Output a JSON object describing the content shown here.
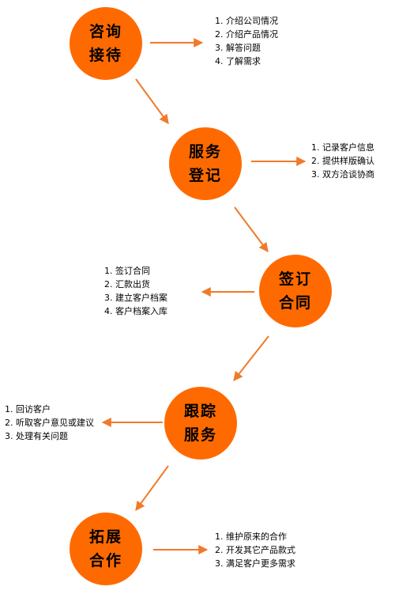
{
  "colors": {
    "node_fill": "#ff6a00",
    "arrow": "#f07a2a",
    "text": "#000000"
  },
  "steps": [
    {
      "line1": "咨询",
      "line2": "接待",
      "items": [
        "1. 介绍公司情况",
        "2. 介绍产品情况",
        "3. 解答问题",
        "4. 了解需求"
      ]
    },
    {
      "line1": "服务",
      "line2": "登记",
      "items": [
        "1. 记录客户信息",
        "2. 提供样版确认",
        "3. 双方洽谈协商"
      ]
    },
    {
      "line1": "签订",
      "line2": "合同",
      "items": [
        "1. 签订合同",
        "2. 汇款出货",
        "3. 建立客户档案",
        "4. 客户档案入库"
      ]
    },
    {
      "line1": "跟踪",
      "line2": "服务",
      "items": [
        "1. 回访客户",
        "2. 听取客户意见或建议",
        "3. 处理有关问题"
      ]
    },
    {
      "line1": "拓展",
      "line2": "合作",
      "items": [
        "1. 维护原来的合作",
        "2. 开发其它产品款式",
        "3. 满足客户更多需求"
      ]
    }
  ]
}
